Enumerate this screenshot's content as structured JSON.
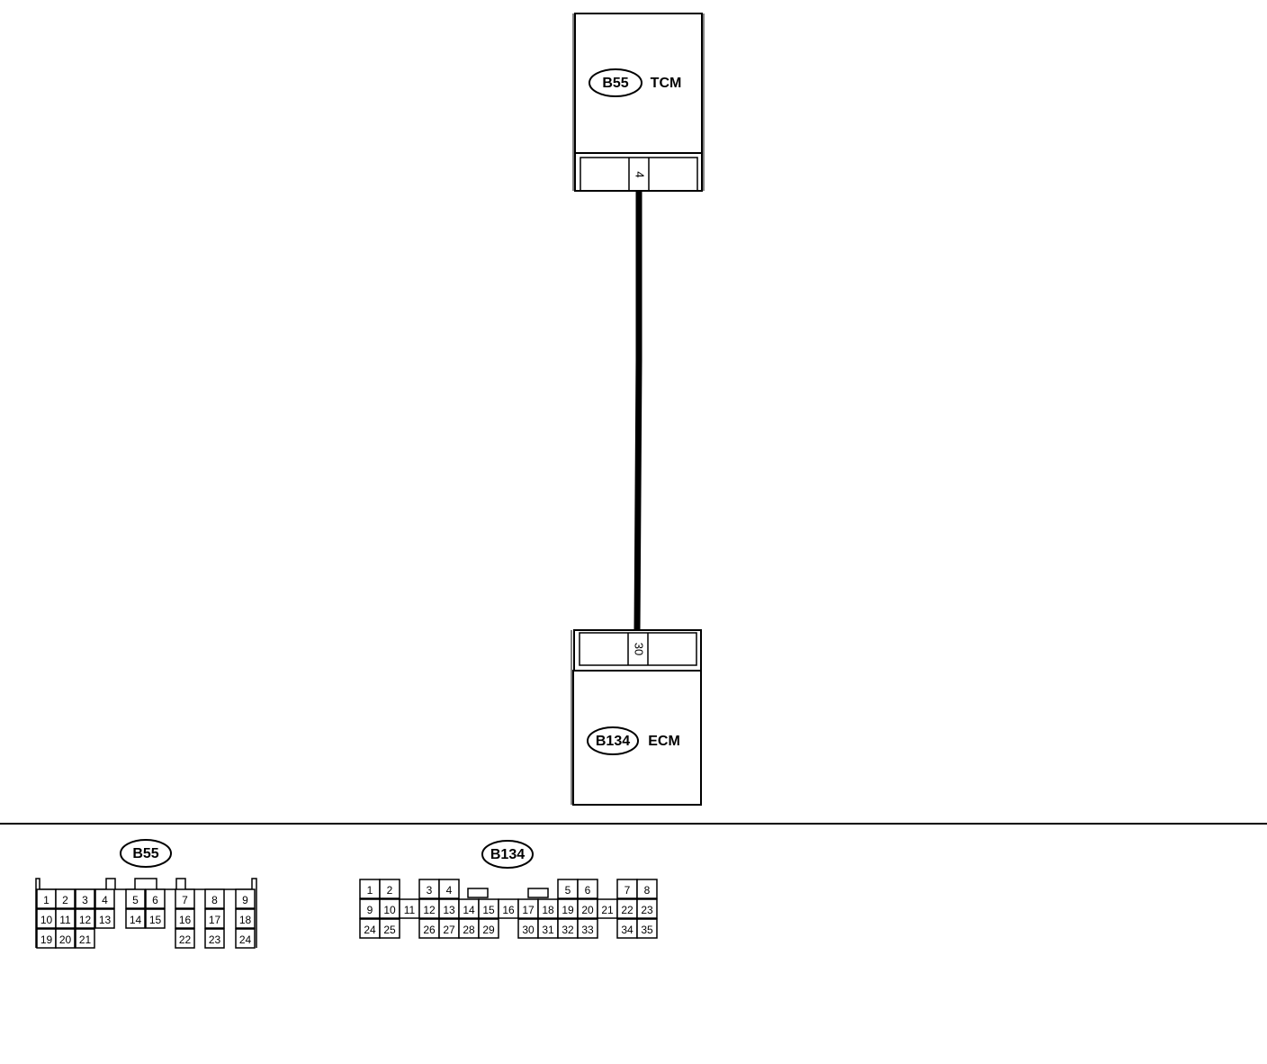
{
  "tcm": {
    "connector_id": "B55",
    "name": "TCM",
    "pin": "4"
  },
  "ecm": {
    "connector_id": "B134",
    "name": "ECM",
    "pin": "30"
  },
  "b55_face": {
    "connector_id": "B55",
    "pins": [
      "1",
      "2",
      "3",
      "4",
      "5",
      "6",
      "7",
      "8",
      "9",
      "10",
      "11",
      "12",
      "13",
      "14",
      "15",
      "16",
      "17",
      "18",
      "19",
      "20",
      "21",
      "22",
      "23",
      "24"
    ]
  },
  "b134_face": {
    "connector_id": "B134",
    "pins": [
      "1",
      "2",
      "3",
      "4",
      "5",
      "6",
      "7",
      "8",
      "9",
      "10",
      "11",
      "12",
      "13",
      "14",
      "15",
      "16",
      "17",
      "18",
      "19",
      "20",
      "21",
      "22",
      "23",
      "24",
      "25",
      "26",
      "27",
      "28",
      "29",
      "30",
      "31",
      "32",
      "33",
      "34",
      "35"
    ]
  }
}
